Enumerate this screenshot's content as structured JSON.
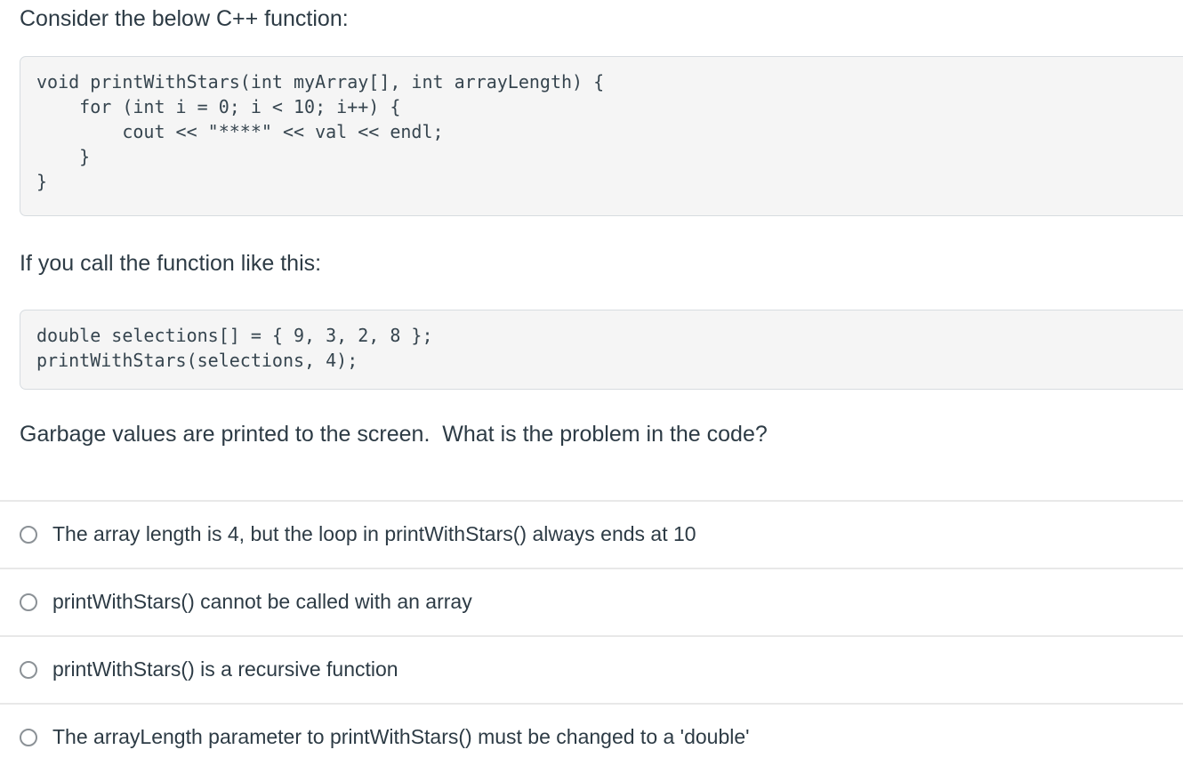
{
  "question": {
    "intro_1": "Consider the below C++ function:",
    "code_1": "void printWithStars(int myArray[], int arrayLength) {\n    for (int i = 0; i < 10; i++) {\n        cout << \"****\" << val << endl;\n    }\n}",
    "intro_2": "If you call the function like this:",
    "code_2": "double selections[] = { 9, 3, 2, 8 };\nprintWithStars(selections, 4);",
    "prompt": "Garbage values are printed to the screen.  What is the problem in the code?"
  },
  "answers": {
    "options": [
      {
        "label": "The array length is 4, but the loop in printWithStars() always ends at 10",
        "selected": false
      },
      {
        "label": "printWithStars() cannot be called with an array",
        "selected": false
      },
      {
        "label": "printWithStars() is a recursive function",
        "selected": false
      },
      {
        "label": "The arrayLength parameter to printWithStars() must be changed to a 'double'",
        "selected": false
      }
    ]
  },
  "colors": {
    "text": "#2D3B45",
    "code_background": "#F5F5F5",
    "code_border": "#D7DCE0",
    "code_text": "#36454F",
    "divider": "#E8E8E8",
    "radio_border": "#8B9196",
    "page_background": "#FFFFFF"
  }
}
